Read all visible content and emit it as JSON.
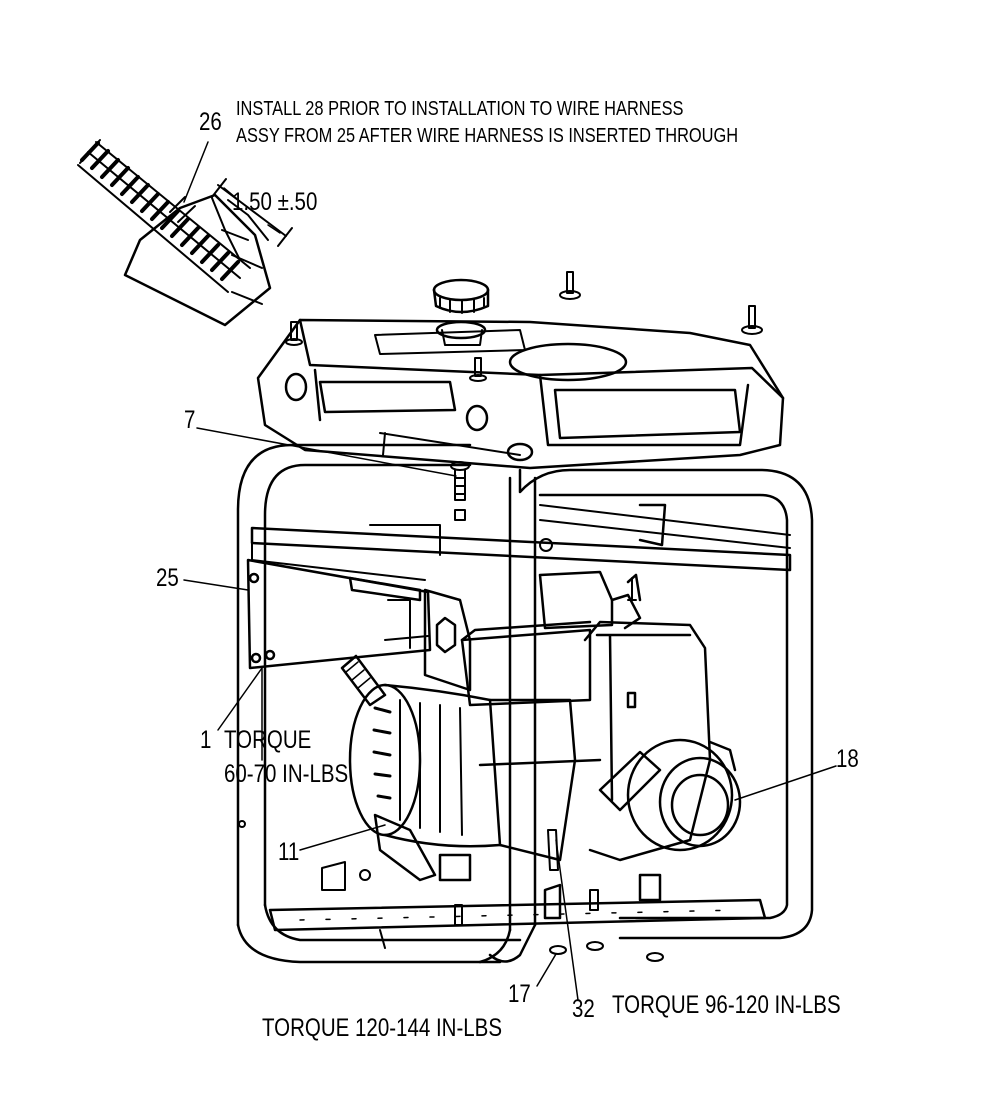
{
  "diagram": {
    "note_lines": [
      "INSTALL 28 PRIOR TO INSTALLATION TO WIRE HARNESS",
      "ASSY FROM 25 AFTER WIRE HARNESS IS INSERTED THROUGH"
    ],
    "dimension": "1.50 ±.50",
    "callouts": {
      "c26": "26",
      "c7": "7",
      "c25": "25",
      "c1": "1",
      "c18": "18",
      "c11": "11",
      "c17": "17",
      "c32": "32"
    },
    "torques": {
      "t1": "TORQUE",
      "t1_value": "60-70 IN-LBS",
      "t32": "TORQUE 96-120 IN-LBS",
      "t17": "TORQUE 120-144 IN-LBS"
    }
  }
}
